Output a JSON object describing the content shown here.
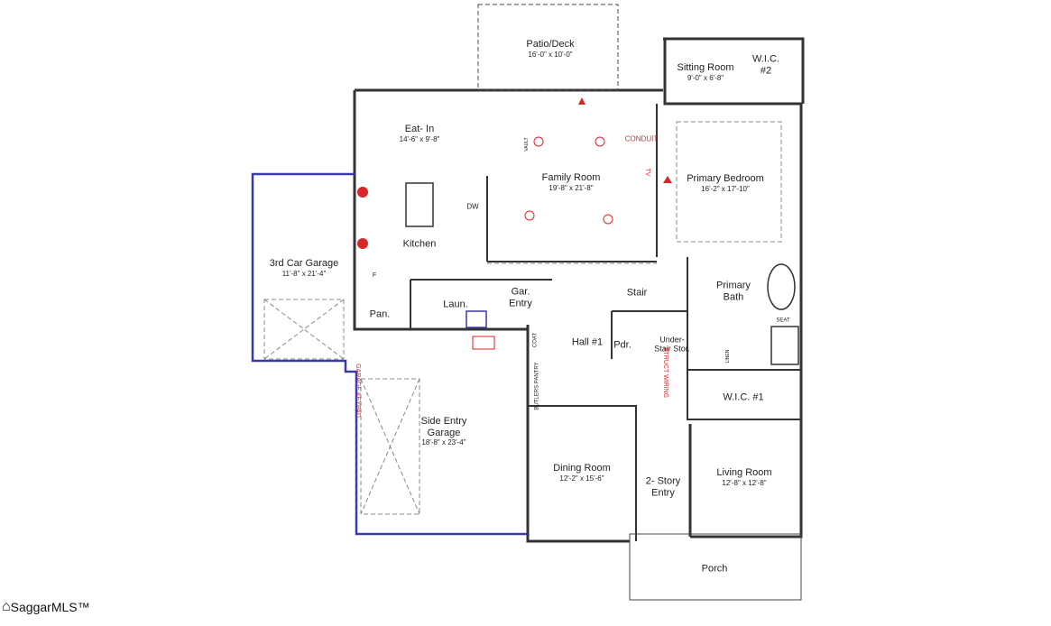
{
  "rooms": {
    "patio": {
      "name": "Patio/Deck",
      "dim": "16'-0\" x 10'-0\""
    },
    "sitting": {
      "name": "Sitting Room",
      "dim": "9'-0\" x 6'-8\""
    },
    "wic2": {
      "name": "W.I.C.\n#2"
    },
    "eatin": {
      "name": "Eat- In",
      "dim": "14'-6\" x 9'-8\""
    },
    "family": {
      "name": "Family Room",
      "dim": "19'-8\" x 21'-8\""
    },
    "primary_bed": {
      "name": "Primary Bedroom",
      "dim": "16'-2\" x 17'-10\""
    },
    "kitchen": {
      "name": "Kitchen"
    },
    "third_garage": {
      "name": "3rd Car Garage",
      "dim": "11'-8\" x 21'-4\""
    },
    "pantry": {
      "name": "Pan."
    },
    "laundry": {
      "name": "Laun."
    },
    "gar_entry": {
      "name": "Gar. Entry"
    },
    "stair": {
      "name": "Stair"
    },
    "primary_bath": {
      "name": "Primary Bath"
    },
    "hall": {
      "name": "Hall #1"
    },
    "powder": {
      "name": "Pdr."
    },
    "under_stair": {
      "name": "Under- Stair Stor."
    },
    "wic1": {
      "name": "W.I.C. #1"
    },
    "side_garage": {
      "name": "Side Entry Garage",
      "dim": "18'-8\" x 23'-4\""
    },
    "dining": {
      "name": "Dining Room",
      "dim": "12'-2\" x 15'-6\""
    },
    "entry": {
      "name": "2- Story Entry"
    },
    "living": {
      "name": "Living Room",
      "dim": "12'-8\" x 12'-8\""
    },
    "porch": {
      "name": "Porch"
    }
  },
  "annotations": {
    "conduit": "CONDUIT",
    "dw": "DW",
    "fridge": "F",
    "coat": "COAT",
    "butlers_pantry": "BUTLERS PANTRY",
    "linen": "LINEN",
    "seat": "SEAT",
    "struct_wiring": "STRUCT WIRING",
    "garage_keypad": "GARAGE KEYPAD",
    "tv": "TV",
    "vault": "VAULT"
  },
  "watermark": "SaggarMLS™",
  "colors": {
    "wall": "#333333",
    "garage_wall": "#3a3aa8",
    "electrical": "#d9262b"
  }
}
